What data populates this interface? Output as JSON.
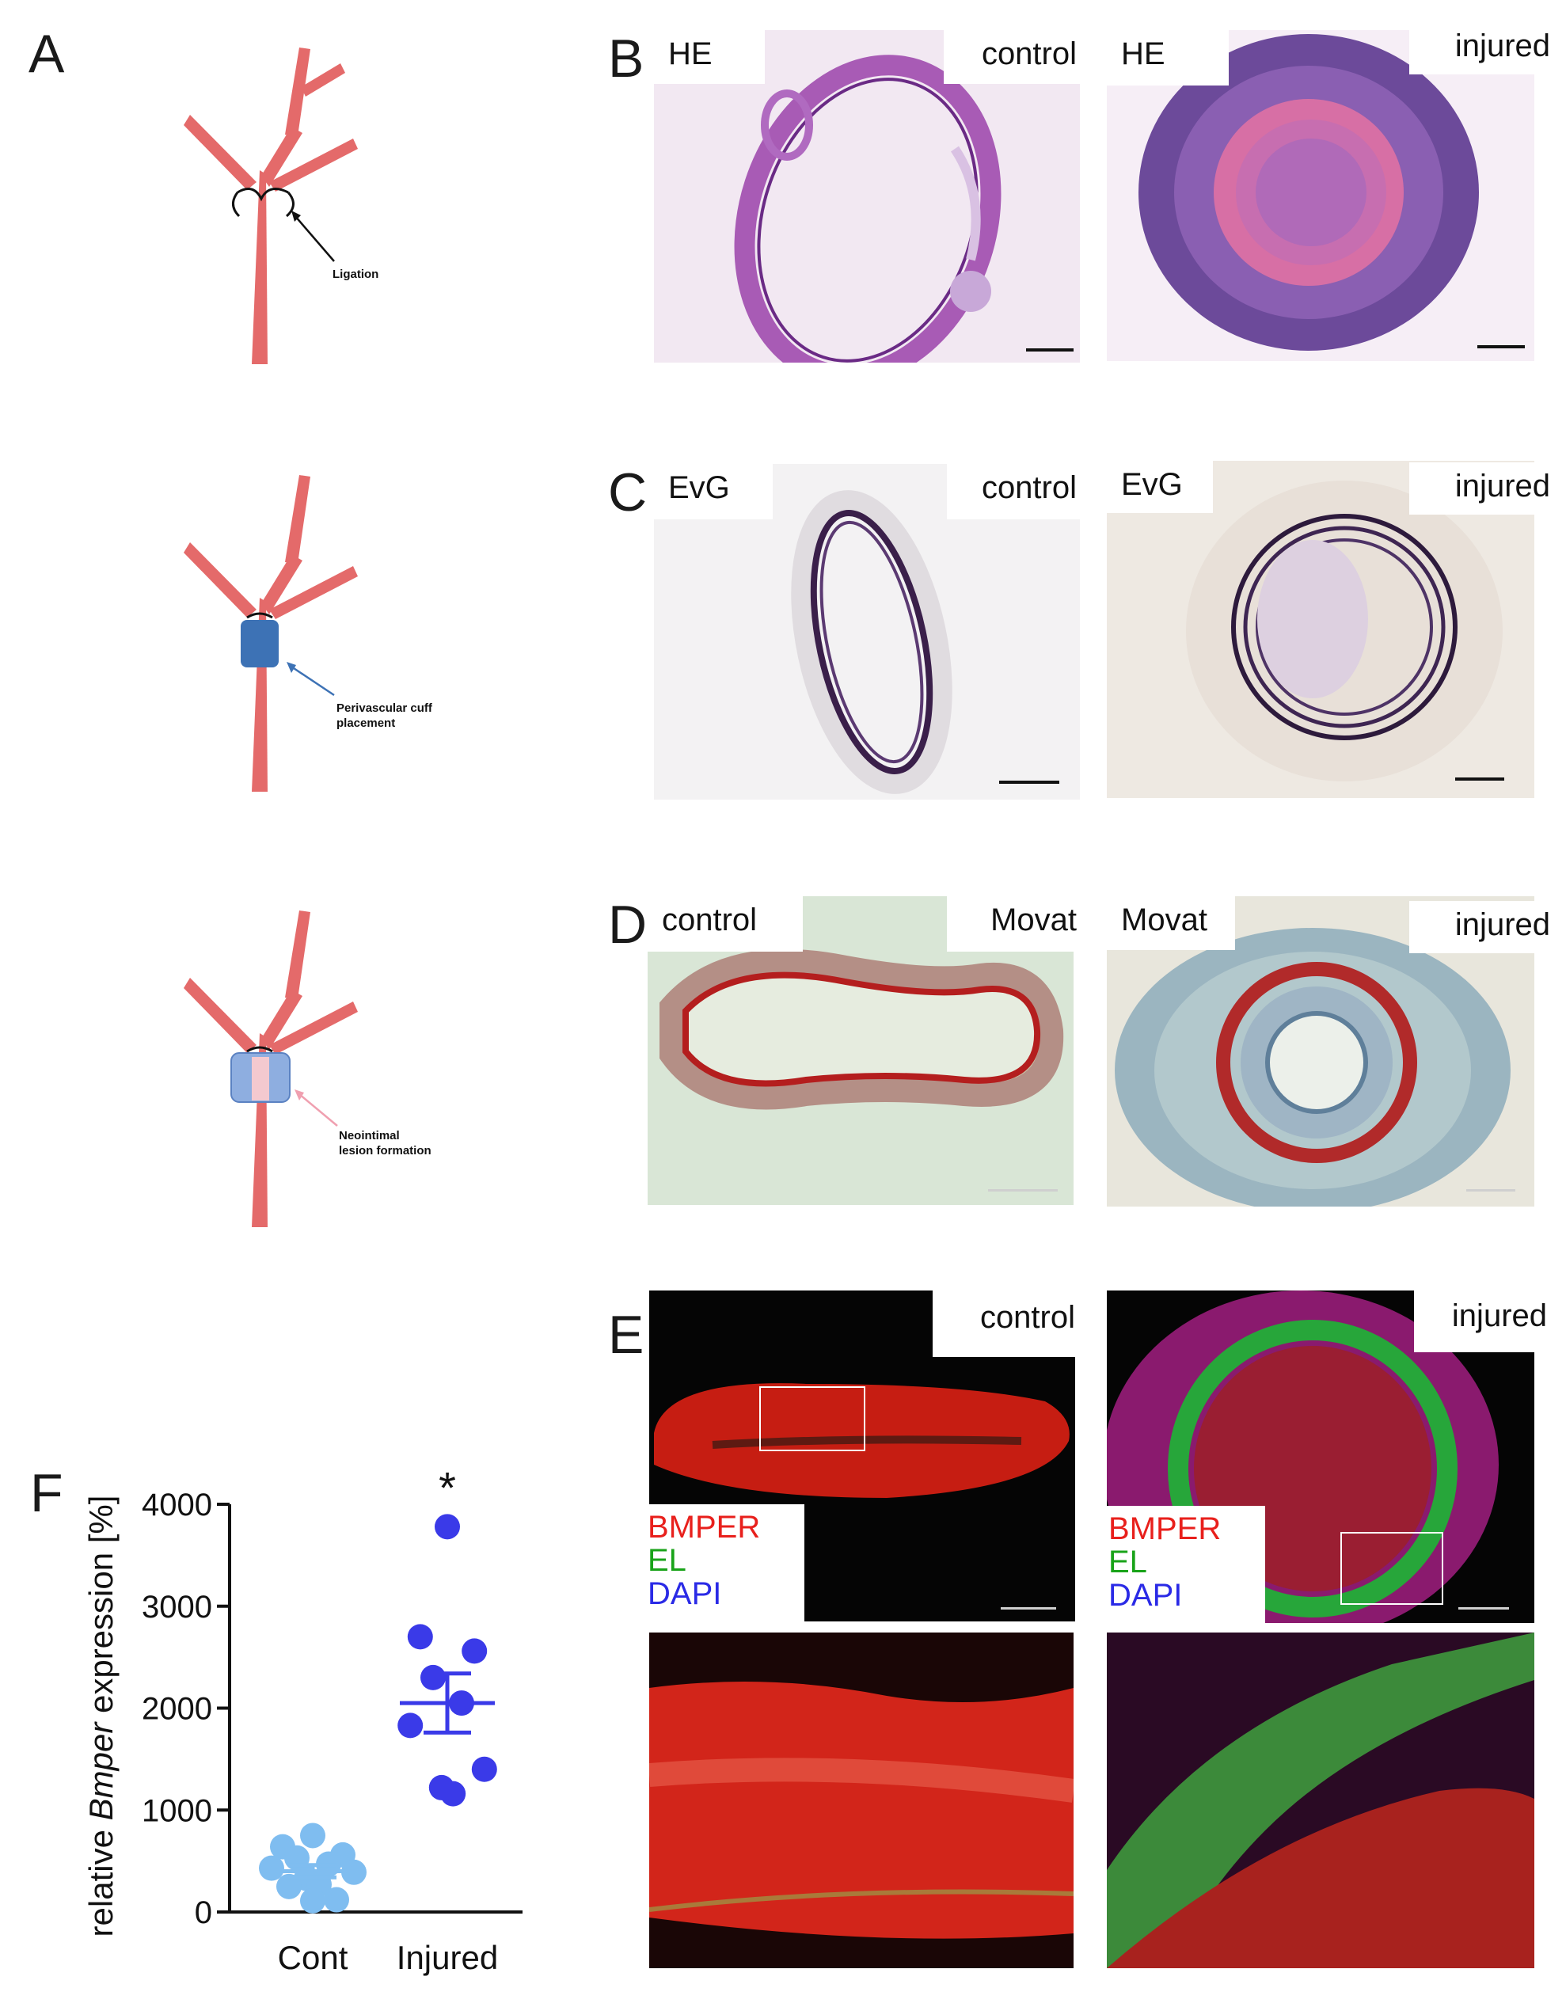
{
  "panels": {
    "A": {
      "letter": "A",
      "steps": [
        {
          "label": "Ligation"
        },
        {
          "label_line1": "Perivascular cuff",
          "label_line2": "placement"
        },
        {
          "label_line1": "Neointimal",
          "label_line2": "lesion formation"
        }
      ]
    },
    "B": {
      "letter": "B",
      "stain_left": "HE",
      "condition_left": "control",
      "stain_right": "HE",
      "condition_right": "injured"
    },
    "C": {
      "letter": "C",
      "stain_left": "EvG",
      "condition_left": "control",
      "stain_right": "EvG",
      "condition_right": "injured"
    },
    "D": {
      "letter": "D",
      "condition_left": "control",
      "stain_left": "Movat",
      "stain_right": "Movat",
      "condition_right": "injured"
    },
    "E": {
      "letter": "E",
      "condition_left": "control",
      "condition_right": "injured",
      "legend": [
        "BMPER",
        "EL",
        "DAPI"
      ],
      "legend_colors": [
        "#e8201c",
        "#19a319",
        "#2a2ae6"
      ]
    },
    "F": {
      "letter": "F",
      "significance": "*"
    }
  },
  "chart_data": {
    "type": "scatter",
    "ylabel_prefix": "relative ",
    "ylabel_italic": "Bmper",
    "ylabel_suffix": " expression [%]",
    "ylim": [
      0,
      4000
    ],
    "yticks": [
      "0",
      "1000",
      "2000",
      "3000",
      "4000"
    ],
    "categories": [
      "Cont",
      "Injured"
    ],
    "colors": [
      "#7fbdf0",
      "#3a3ae8"
    ],
    "series": [
      {
        "category": "Cont",
        "values": [
          750,
          640,
          560,
          530,
          470,
          430,
          390,
          330,
          270,
          250,
          120,
          110
        ],
        "mean": 400,
        "sem": 60
      },
      {
        "category": "Injured",
        "values": [
          3780,
          2700,
          2560,
          2300,
          2050,
          1830,
          1400,
          1220,
          1160
        ],
        "mean": 2050,
        "sem": 290
      }
    ]
  }
}
